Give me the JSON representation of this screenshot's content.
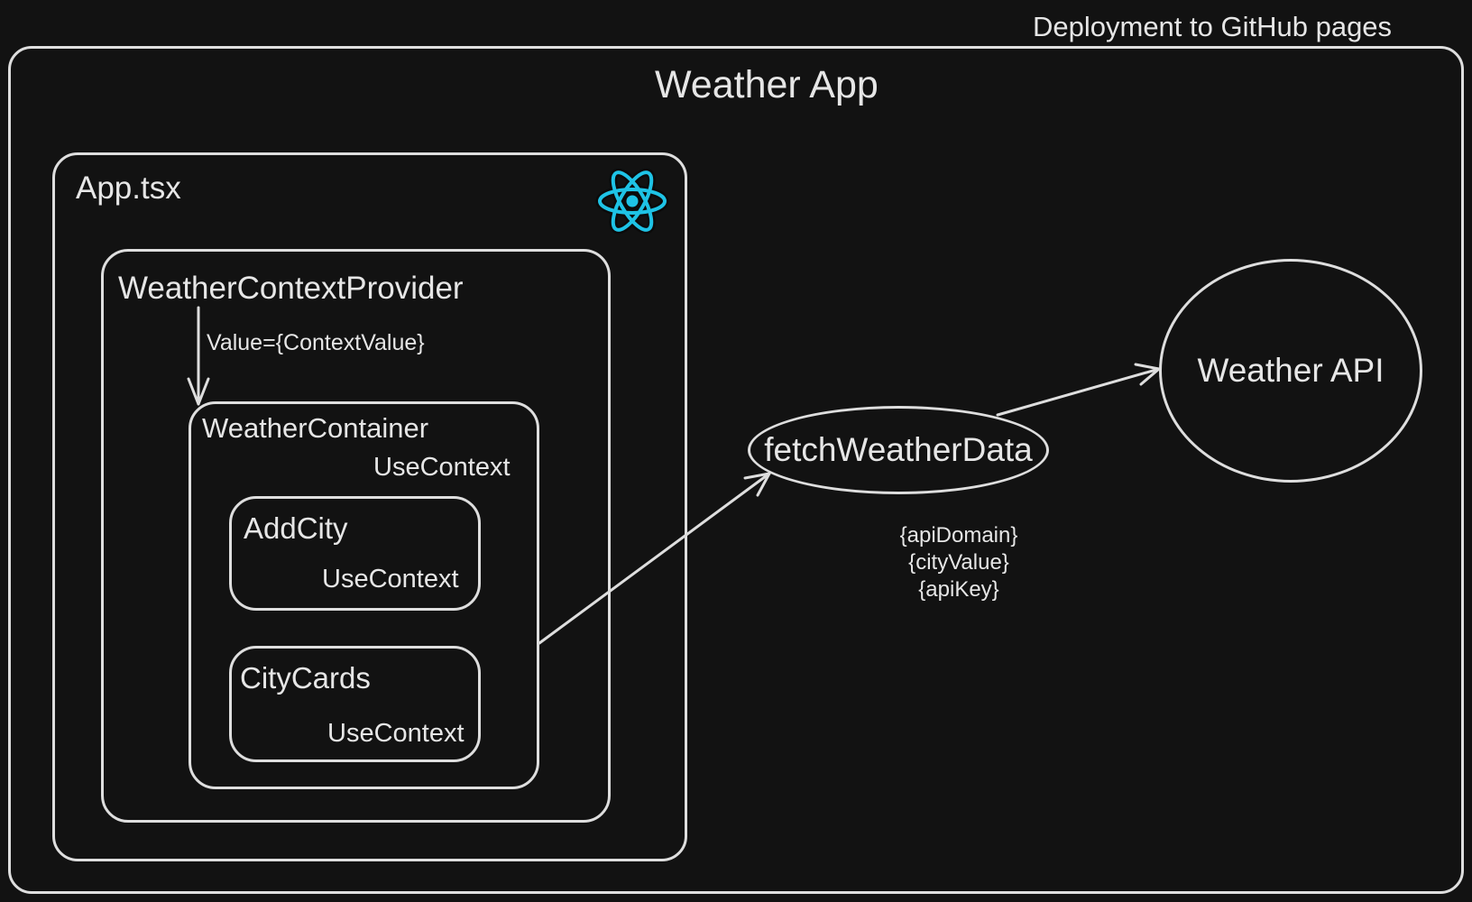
{
  "deployment": {
    "label": "Deployment to GitHub pages"
  },
  "weather_app": {
    "title": "Weather App"
  },
  "app_tsx": {
    "label": "App.tsx",
    "icon": "react-logo-icon",
    "icon_color": "#1ec3e6"
  },
  "provider": {
    "label": "WeatherContextProvider",
    "value_label": "Value={ContextValue}"
  },
  "container": {
    "label": "WeatherContainer",
    "use_context": "UseContext"
  },
  "add_city": {
    "label": "AddCity",
    "use_context": "UseContext"
  },
  "city_cards": {
    "label": "CityCards",
    "use_context": "UseContext"
  },
  "fetch": {
    "label": "fetchWeatherData",
    "params": [
      "{apiDomain}",
      "{cityValue}",
      "{apiKey}"
    ]
  },
  "weather_api": {
    "label": "Weather API"
  },
  "colors": {
    "background": "#121212",
    "stroke": "#dedede",
    "text": "#e6e6e6"
  }
}
